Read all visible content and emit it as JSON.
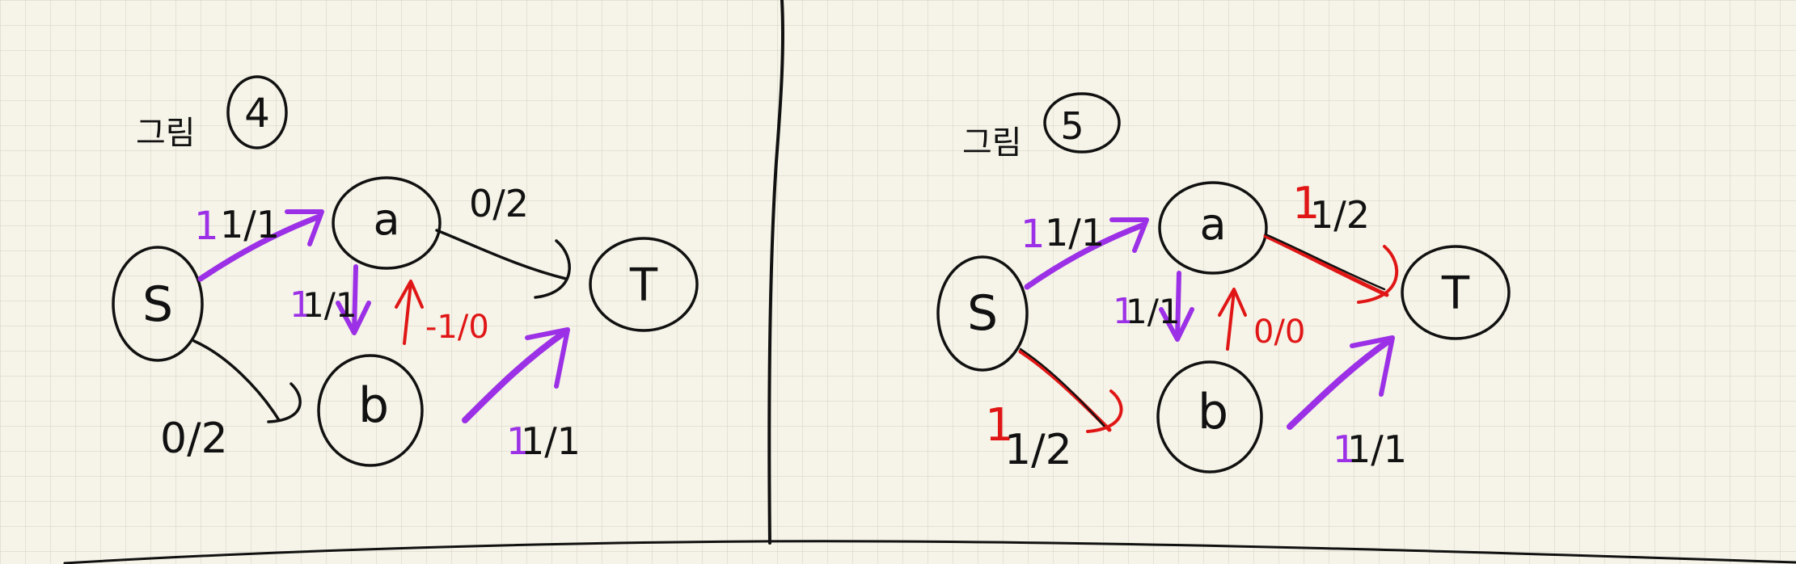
{
  "colors": {
    "paper": "#f6f4e8",
    "grid": "#d2d0c2",
    "ink": "#111111",
    "purple": "#9b30e6",
    "red": "#e01616"
  },
  "panels": [
    {
      "title_text": "그림",
      "title_number": "4",
      "nodes": {
        "s": "S",
        "a": "a",
        "b": "b",
        "t": "T"
      },
      "edges": {
        "sa": "1/1",
        "sa_mark": "1",
        "at": "0/2",
        "ab": "1/1",
        "ab_mark": "1",
        "ba": "-1/0",
        "sb": "0/2",
        "bt": "1/1",
        "bt_mark": "1"
      }
    },
    {
      "title_text": "그림",
      "title_number": "5",
      "nodes": {
        "s": "S",
        "a": "a",
        "b": "b",
        "t": "T"
      },
      "edges": {
        "sa": "1/1",
        "sa_mark": "1",
        "at": "1/2",
        "at_mark": "1",
        "ab": "1/1",
        "ab_mark": "1",
        "ba": "0/0",
        "sb": "1/2",
        "sb_mark": "1",
        "bt": "1/1",
        "bt_mark": "1"
      }
    }
  ]
}
